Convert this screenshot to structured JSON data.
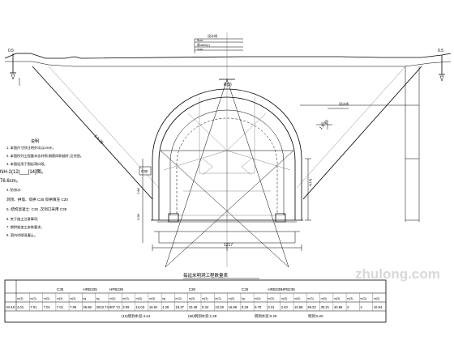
{
  "labels": {
    "grade_left": "1:1.25",
    "grade_right": "1:0.75",
    "edge_left": "0.5",
    "edge_right": "0.5",
    "design_line_top": "设计线",
    "design_line_right": "设计线",
    "pavement_note_1": "5cm",
    "pavement_note_2": "厚4800(r)",
    "pavement_note_3": "1cm",
    "radius": "R(3)",
    "c30": "C30",
    "dim_bottom": "1217",
    "right_dim": "5(10)",
    "left_vert_1": "1.86",
    "left_vert_2": "3.98"
  },
  "notes": {
    "heading": "说明",
    "items": [
      "1.  本图尺寸除注明外均以cm计。",
      "2.  本图所列工程量未含衬砌,钢筋网和锚杆,见另图。",
      "3.  本图适用于围岩洞口段。",
      "NH-2(12)___[14]图。",
      "76.6cm。",
      "4.  防排水:",
      "    洞顶、拱墙、仰拱   C35   仰拱填充   C20",
      "5.  结构混凝土:   C25   ,次洞口采用   C35",
      "6.  关于施工注意事项;",
      "7.  钢拱架加工安装要求。",
      "8.  洞内衬砌混凝土。"
    ]
  },
  "table": {
    "title": "每延米明洞工程数量表",
    "row_label": "M-10",
    "header_materials": [
      "C35",
      "HRB335",
      "HPB235",
      "C30",
      "C25",
      "HRB335",
      "HPB235"
    ],
    "header_units": [
      "m(3)",
      "m(3)",
      "m(3)",
      "m(3)",
      "m(3)",
      "kg",
      "kg",
      "m(3)",
      "m(3)",
      "m(3)",
      "m(3)",
      "kg",
      "m(3)",
      "m(3)",
      "m(3)",
      "m(3)",
      "m(3)",
      "kg",
      "m(3)",
      "m(3)",
      "m(3)",
      "m(3)",
      "m(3)",
      "m(3)",
      "m(3)",
      "m(3)",
      "m(3)",
      "m(3)"
    ],
    "values": [
      "4.01",
      "7.01",
      "7.01",
      "7.01",
      "7.05",
      "36.68",
      "2010.74",
      "907.74",
      "3.09",
      "14.03",
      "16.81",
      "4.28",
      "18.37",
      "10.48",
      "0.34",
      "10.29",
      "16.88",
      "0.29",
      "9.70",
      "0.31",
      "2.40",
      "10.58",
      "38.22",
      "30.21",
      "40.65",
      "2",
      "2",
      "10.84"
    ],
    "footnotes": [
      "(10)明洞水泥:4.44",
      "(50)明洞水泥:1.28",
      "明洞水泥:0.20",
      "明洞:0.20"
    ]
  },
  "watermark": {
    "text": "zhulong.com"
  },
  "colors": {
    "ink": "#000000",
    "watermark": "#d8d8d8",
    "background": "#ffffff"
  }
}
